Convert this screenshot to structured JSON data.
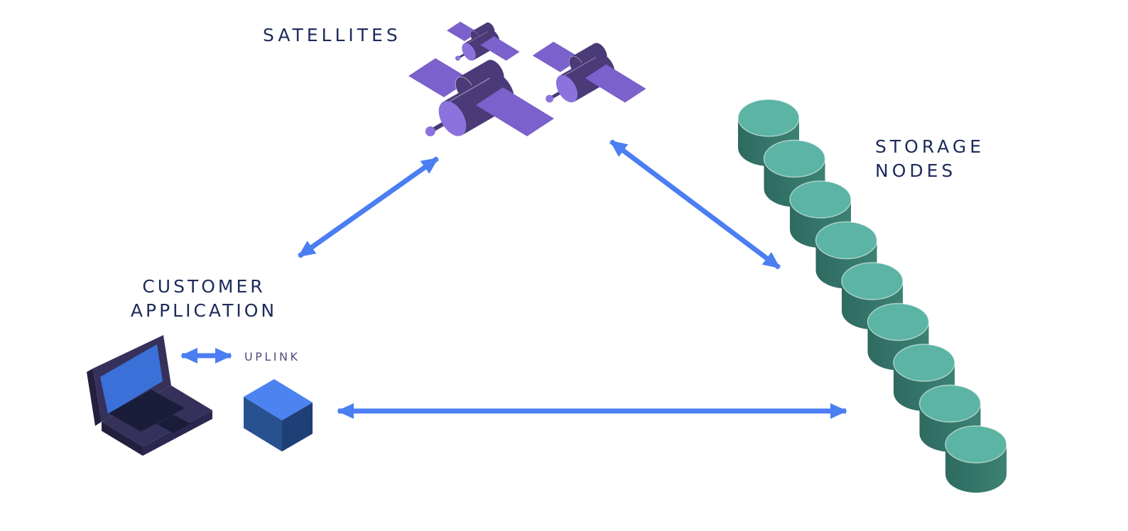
{
  "labels": {
    "satellites": "SATELLITES",
    "storage": [
      "STORAGE",
      "NODES"
    ],
    "customer": [
      "CUSTOMER",
      "APPLICATION"
    ],
    "uplink": "UPLINK"
  },
  "nodes": [
    {
      "id": "satellites",
      "label": "SATELLITES",
      "illustration": "three purple isometric satellites"
    },
    {
      "id": "storage-nodes",
      "label": "STORAGE NODES",
      "illustration": "diagonal chain of teal database cylinders"
    },
    {
      "id": "customer-application",
      "label": "CUSTOMER APPLICATION",
      "illustration": "isometric laptop"
    },
    {
      "id": "uplink",
      "label": "UPLINK",
      "illustration": "blue isometric box"
    }
  ],
  "connections": [
    {
      "id": "app-satellites",
      "from": "customer-application",
      "to": "satellites",
      "bidirectional": true
    },
    {
      "id": "satellites-storage",
      "from": "satellites",
      "to": "storage-nodes",
      "bidirectional": true
    },
    {
      "id": "laptop-uplink",
      "from": "customer-application",
      "to": "uplink",
      "bidirectional": true
    },
    {
      "id": "uplink-storage",
      "from": "uplink",
      "to": "storage-nodes",
      "bidirectional": true
    }
  ],
  "illustrations": {
    "satellite_count": 3,
    "storage_node_count": 9
  },
  "colors": {
    "background": "#ffffff",
    "label_navy": "#1d2a5a",
    "uplink_text": "#504e7d",
    "arrow_blue": "#4b7ef2",
    "satellite_body": "#4a3a78",
    "satellite_face": "#8b72dc",
    "satellite_panel": "#7b61cb",
    "storage_top": "#5bb4a4",
    "storage_body_dark": "#2e6a60",
    "storage_body_light": "#3c8273",
    "laptop_body": "#35315a",
    "laptop_side": "#23203f",
    "laptop_side_right": "#2b2850",
    "laptop_screen": "#3b70d8",
    "laptop_keys": "#191d3a",
    "uplink_top": "#4c83f1",
    "uplink_left": "#28518f",
    "uplink_right": "#1f3f77"
  }
}
